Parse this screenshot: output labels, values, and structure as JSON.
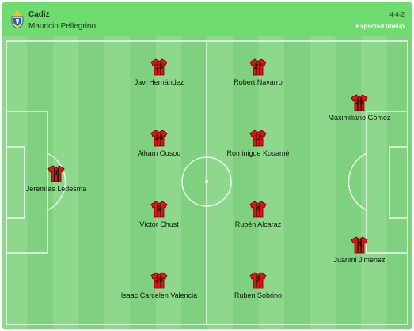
{
  "header": {
    "team_name": "Cadiz",
    "coach": "Mauricio Pellegrino",
    "formation": "4-4-2",
    "lineup_type": "Expected lineup"
  },
  "colors": {
    "pitch_light": "#8ed88e",
    "pitch_dark": "#7fd07f",
    "header_bg": "#6fdc6f",
    "shirt_red": "#e01414",
    "shirt_black": "#1a1a1a"
  },
  "players": [
    {
      "number": "1",
      "name": "Jeremías Ledesma"
    },
    {
      "number": "15",
      "name": "Javi Hernández"
    },
    {
      "number": "24",
      "name": "Aiham Ousou"
    },
    {
      "number": "5",
      "name": "Víctor Chust"
    },
    {
      "number": "20",
      "name": "Isaac Carcelen Valencia"
    },
    {
      "number": "27",
      "name": "Robert Navarro"
    },
    {
      "number": "12",
      "name": "Rominigue Kouamé"
    },
    {
      "number": "4",
      "name": "Rubén Alcaraz"
    },
    {
      "number": "7",
      "name": "Ruben Sobrino"
    },
    {
      "number": "25",
      "name": "Maximiliano Gómez"
    },
    {
      "number": "9",
      "name": "Juanmi Jimenez"
    }
  ]
}
